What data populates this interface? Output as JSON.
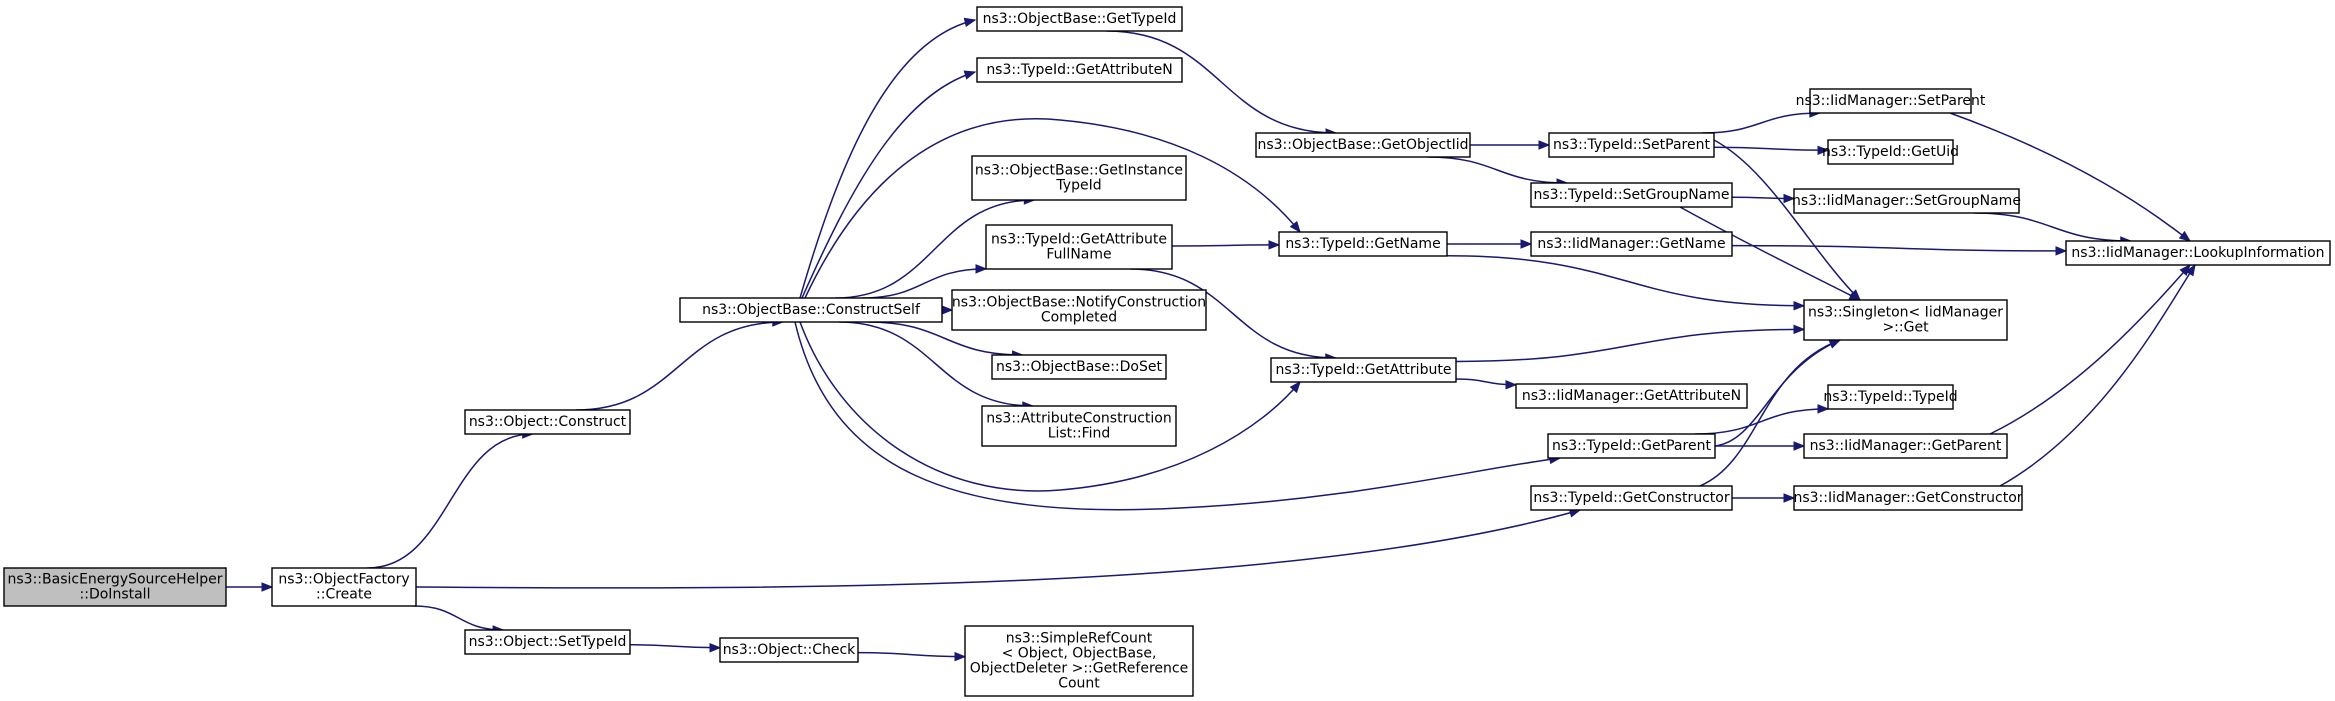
{
  "diagram": {
    "title": "",
    "nodes": [
      {
        "id": "doinstall",
        "lines": [
          "ns3::BasicEnergySourceHelper",
          "::DoInstall"
        ],
        "highlighted": true
      },
      {
        "id": "create",
        "lines": [
          "ns3::ObjectFactory",
          "::Create"
        ]
      },
      {
        "id": "construct",
        "lines": [
          "ns3::Object::Construct"
        ]
      },
      {
        "id": "settypeid",
        "lines": [
          "ns3::Object::SetTypeId"
        ]
      },
      {
        "id": "constructself",
        "lines": [
          "ns3::ObjectBase::ConstructSelf"
        ]
      },
      {
        "id": "check",
        "lines": [
          "ns3::Object::Check"
        ]
      },
      {
        "id": "gettypeid",
        "lines": [
          "ns3::ObjectBase::GetTypeId"
        ]
      },
      {
        "id": "getattributen",
        "lines": [
          "ns3::TypeId::GetAttributeN"
        ]
      },
      {
        "id": "getinstancetypeid",
        "lines": [
          "ns3::ObjectBase::GetInstance",
          "TypeId"
        ]
      },
      {
        "id": "getattributefullname",
        "lines": [
          "ns3::TypeId::GetAttribute",
          "FullName"
        ]
      },
      {
        "id": "notifyconstruction",
        "lines": [
          "ns3::ObjectBase::NotifyConstruction",
          "Completed"
        ]
      },
      {
        "id": "doset",
        "lines": [
          "ns3::ObjectBase::DoSet"
        ]
      },
      {
        "id": "attrlistfind",
        "lines": [
          "ns3::AttributeConstruction",
          "List::Find"
        ]
      },
      {
        "id": "getreferencecount",
        "lines": [
          "ns3::SimpleRefCount",
          "< Object, ObjectBase,",
          "ObjectDeleter >::GetReference",
          "Count"
        ]
      },
      {
        "id": "getobjectiid",
        "lines": [
          "ns3::ObjectBase::GetObjectIid"
        ]
      },
      {
        "id": "getname",
        "lines": [
          "ns3::TypeId::GetName"
        ]
      },
      {
        "id": "getattribute",
        "lines": [
          "ns3::TypeId::GetAttribute"
        ]
      },
      {
        "id": "setparent",
        "lines": [
          "ns3::TypeId::SetParent"
        ]
      },
      {
        "id": "setgroupname",
        "lines": [
          "ns3::TypeId::SetGroupName"
        ]
      },
      {
        "id": "iidgetname",
        "lines": [
          "ns3::IidManager::GetName"
        ]
      },
      {
        "id": "iidgetattributen",
        "lines": [
          "ns3::IidManager::GetAttributeN"
        ]
      },
      {
        "id": "getparent",
        "lines": [
          "ns3::TypeId::GetParent"
        ]
      },
      {
        "id": "getconstructor",
        "lines": [
          "ns3::TypeId::GetConstructor"
        ]
      },
      {
        "id": "iidsetparent",
        "lines": [
          "ns3::IidManager::SetParent"
        ]
      },
      {
        "id": "getuid",
        "lines": [
          "ns3::TypeId::GetUid"
        ]
      },
      {
        "id": "iidsetgroupname",
        "lines": [
          "ns3::IidManager::SetGroupName"
        ]
      },
      {
        "id": "singletonget",
        "lines": [
          "ns3::Singleton< IidManager",
          ">::Get"
        ]
      },
      {
        "id": "typeidtypeid",
        "lines": [
          "ns3::TypeId::TypeId"
        ]
      },
      {
        "id": "iidgetparent",
        "lines": [
          "ns3::IidManager::GetParent"
        ]
      },
      {
        "id": "iidgetconstructor",
        "lines": [
          "ns3::IidManager::GetConstructor"
        ]
      },
      {
        "id": "lookupinfo",
        "lines": [
          "ns3::IidManager::LookupInformation"
        ]
      }
    ],
    "edges": [
      [
        "doinstall",
        "create"
      ],
      [
        "create",
        "construct"
      ],
      [
        "create",
        "settypeid"
      ],
      [
        "create",
        "getconstructor"
      ],
      [
        "construct",
        "constructself"
      ],
      [
        "settypeid",
        "check"
      ],
      [
        "check",
        "getreferencecount"
      ],
      [
        "constructself",
        "gettypeid"
      ],
      [
        "constructself",
        "getattributen"
      ],
      [
        "constructself",
        "getname"
      ],
      [
        "constructself",
        "getinstancetypeid"
      ],
      [
        "constructself",
        "getattributefullname"
      ],
      [
        "constructself",
        "notifyconstruction"
      ],
      [
        "constructself",
        "doset"
      ],
      [
        "constructself",
        "attrlistfind"
      ],
      [
        "constructself",
        "getattribute"
      ],
      [
        "constructself",
        "getparent"
      ],
      [
        "gettypeid",
        "getobjectiid"
      ],
      [
        "getobjectiid",
        "setparent"
      ],
      [
        "getobjectiid",
        "setgroupname"
      ],
      [
        "getattributefullname",
        "getname"
      ],
      [
        "getattributefullname",
        "getattribute"
      ],
      [
        "getname",
        "iidgetname"
      ],
      [
        "getname",
        "singletonget"
      ],
      [
        "getattribute",
        "singletonget"
      ],
      [
        "getattribute",
        "iidgetattributen"
      ],
      [
        "setparent",
        "iidsetparent"
      ],
      [
        "setparent",
        "getuid"
      ],
      [
        "setparent",
        "singletonget"
      ],
      [
        "setgroupname",
        "iidsetgroupname"
      ],
      [
        "setgroupname",
        "singletonget"
      ],
      [
        "iidgetname",
        "lookupinfo"
      ],
      [
        "getparent",
        "singletonget"
      ],
      [
        "getparent",
        "typeidtypeid"
      ],
      [
        "getparent",
        "iidgetparent"
      ],
      [
        "getconstructor",
        "singletonget"
      ],
      [
        "getconstructor",
        "iidgetconstructor"
      ],
      [
        "iidsetparent",
        "lookupinfo"
      ],
      [
        "iidsetgroupname",
        "lookupinfo"
      ],
      [
        "iidgetparent",
        "lookupinfo"
      ],
      [
        "iidgetconstructor",
        "lookupinfo"
      ]
    ]
  },
  "colors": {
    "edge": "#191970",
    "node_border": "#000000",
    "root_fill": "#bfbfbf",
    "node_fill": "#ffffff"
  }
}
